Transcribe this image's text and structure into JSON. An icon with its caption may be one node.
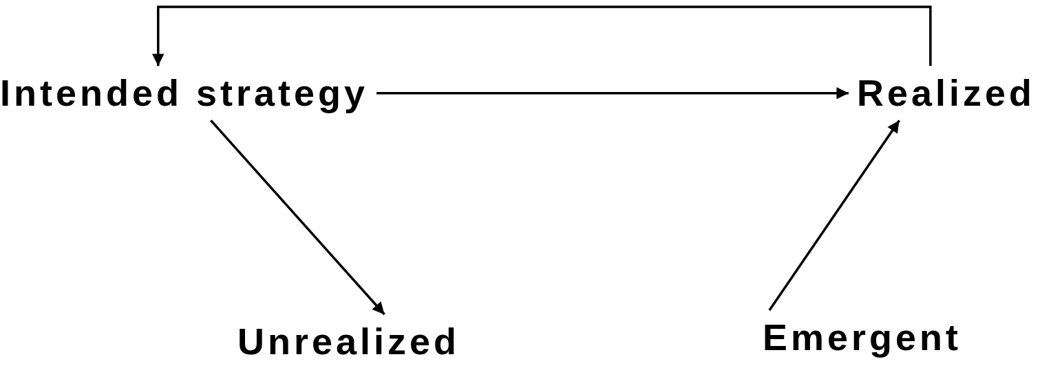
{
  "diagram": {
    "nodes": [
      {
        "text": [
          "Intended strategy"
        ]
      },
      {
        "text": [
          "Realized"
        ]
      },
      {
        "text": [
          "Unrealized"
        ]
      },
      {
        "text": [
          "Emergent"
        ]
      }
    ],
    "edges": [
      {
        "from": 0,
        "to": 1,
        "arrow": "to"
      },
      {
        "from": 0,
        "to": 2,
        "arrow": "to"
      },
      {
        "from": 3,
        "to": 1,
        "arrow": "to"
      },
      {
        "from": 1,
        "to": 0,
        "arrow": "to"
      }
    ]
  }
}
